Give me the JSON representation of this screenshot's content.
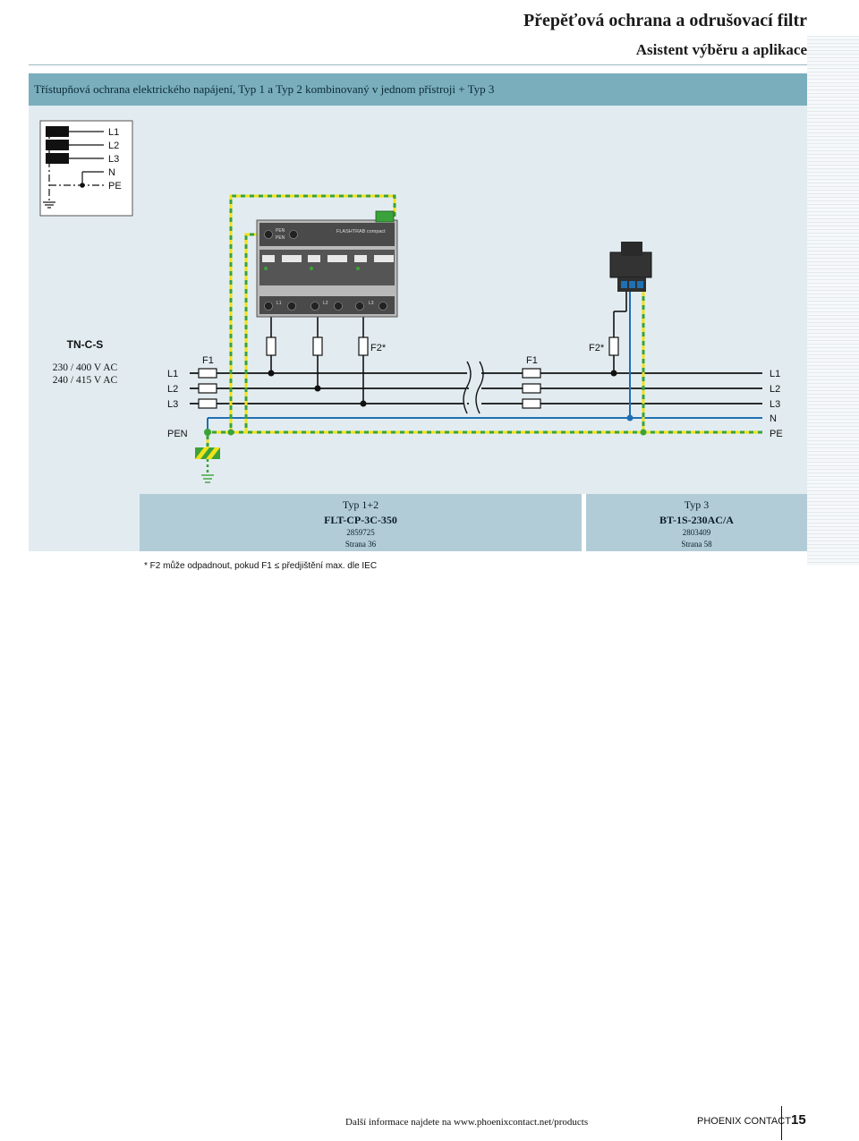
{
  "header": {
    "title": "Přepěťová ochrana a odrušovací filtr",
    "subtitle": "Asistent výběru a aplikace"
  },
  "banner": {
    "text": "Třístupňová ochrana elektrického napájení, Typ 1 a Typ 2 kombinovaný v jednom přístroji + Typ 3"
  },
  "legend": {
    "lines": [
      "L1",
      "L2",
      "L3",
      "N",
      "PE"
    ]
  },
  "diagram": {
    "system": "TN-C-S",
    "voltage_1": "230 / 400 V AC",
    "voltage_2": "240 / 415 V AC",
    "left_conductors": [
      "L1",
      "L2",
      "L3",
      "PEN"
    ],
    "right_conductors": [
      "L1",
      "L2",
      "L3",
      "N",
      "PE"
    ],
    "fuse_left": "F1",
    "fuse_spd": "F2*",
    "fuse_mid": "F1",
    "fuse_right": "F2*",
    "spd_device": {
      "brand": "FLASHTRAB compact",
      "top_terminal_1": "PEN",
      "top_terminal_2": "PEN",
      "bottom_terminals": [
        "L1",
        "L2",
        "L3"
      ]
    },
    "colors": {
      "phase": "#111111",
      "neutral": "#1f6fb3",
      "pe_green": "#3aa23a",
      "pe_yellow": "#f0e21a"
    }
  },
  "products": [
    {
      "type": "Typ 1+2",
      "name": "FLT-CP-3C-350",
      "code": "2859725",
      "page": "Strana 36"
    },
    {
      "type": "Typ 3",
      "name": "BT-1S-230AC/A",
      "code": "2803409",
      "page": "Strana 58"
    }
  ],
  "footnote": "* F2 může odpadnout, pokud F1 ≤ předjištění max. dle IEC",
  "footer": {
    "info": "Další informace najdete na www.phoenixcontact.net/products",
    "brand": "PHOENIX CONTACT",
    "page_number": "15"
  }
}
